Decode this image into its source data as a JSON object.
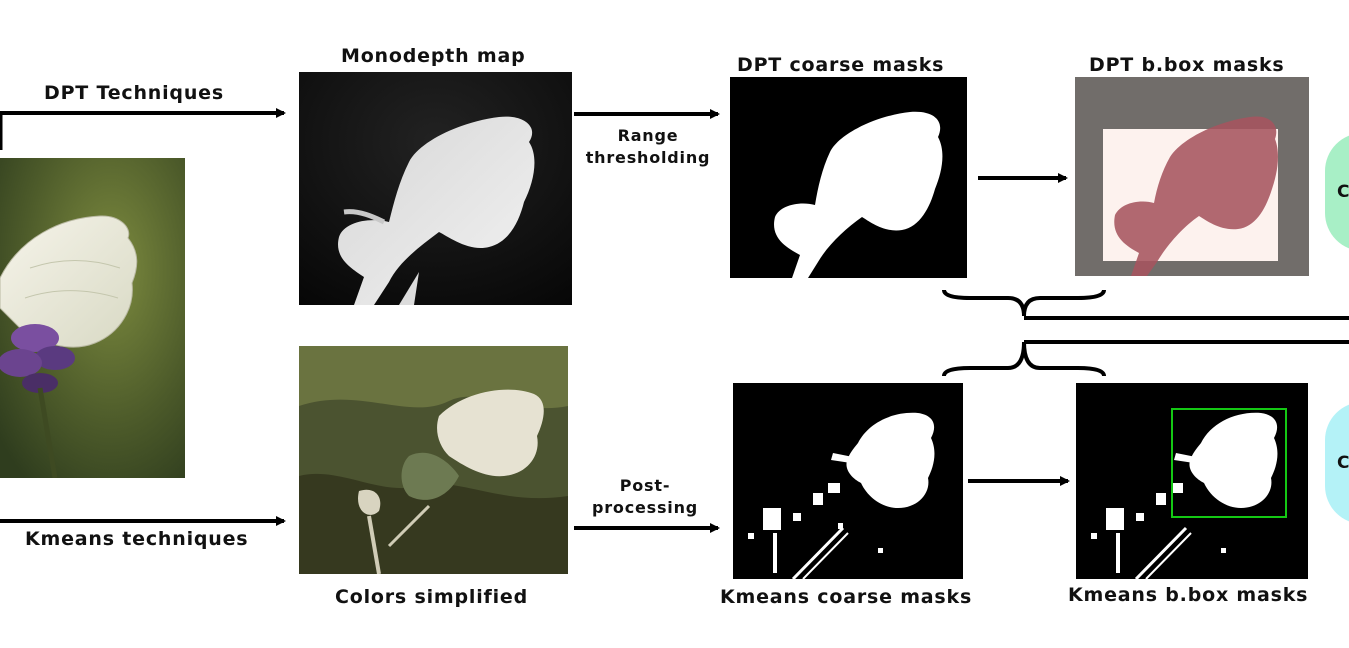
{
  "labels": {
    "dpt_techniques": "DPT Techniques",
    "kmeans_techniques": "Kmeans techniques",
    "monodepth_map": "Monodepth map",
    "colors_simplified": "Colors simplified",
    "range_thresholding_1": "Range",
    "range_thresholding_2": "thresholding",
    "post_processing_1": "Post-",
    "post_processing_2": "processing",
    "dpt_coarse_masks": "DPT coarse masks",
    "dpt_bbox_masks": "DPT b.box masks",
    "kmeans_coarse_masks": "Kmeans coarse masks",
    "kmeans_bbox_masks": "Kmeans b.box masks",
    "pill_top": "C",
    "pill_bottom": "C"
  },
  "colors": {
    "pill_top": "#a8efc6",
    "pill_bottom": "#b4f2f7",
    "bbox_green": "#14c814",
    "overlay_red": "#a6545e"
  }
}
